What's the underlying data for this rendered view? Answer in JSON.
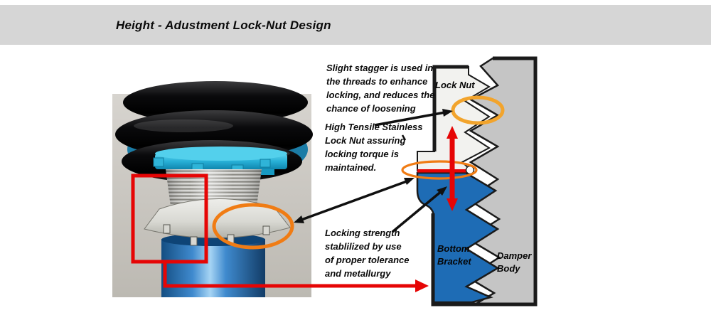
{
  "header": {
    "title": "Height - Adustment Lock-Nut Design"
  },
  "annotations": {
    "stagger": "Slight stagger is used in\nthe threads to enhance\nlocking, and reduces the\nchance of loosening",
    "tensile": "High Tensile Stainless\nLock Nut assuring\nlocking torque is\nmaintained.",
    "locking": "Locking strength\nstablilized by use\nof proper tolerance\nand metallurgy"
  },
  "diagram_labels": {
    "lock_nut": "Lock Nut",
    "bottom_bracket": "Bottom\nBracket",
    "damper_body": "Damper\nBody"
  },
  "colors": {
    "header_bar": "#d6d6d6",
    "annotation_red": "#e60505",
    "highlight_orange": "#f07c14",
    "highlight_amber": "#f2a42c",
    "bracket_blue": "#1e6cb5",
    "damper_gray": "#c5c5c5",
    "locknut_fill": "#f2f2ef",
    "outline_black": "#1a1a1a",
    "photo_cyan": "#2cb6dc",
    "photo_body_blue": "#2f78ba"
  }
}
